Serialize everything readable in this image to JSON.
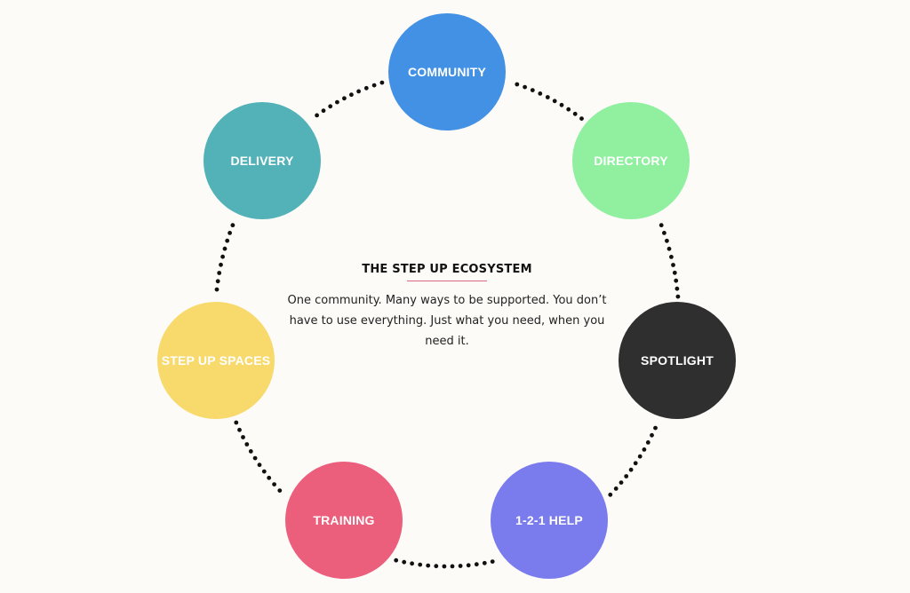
{
  "diagram": {
    "title": "THE STEP UP ECOSYSTEM",
    "description": "One community. Many ways to be supported. You don’t have to use everything. Just what you need, when you need it.",
    "nodes": [
      {
        "label": "COMMUNITY",
        "color": "#4391e4"
      },
      {
        "label": "DIRECTORY",
        "color": "#90f0a0"
      },
      {
        "label": "SPOTLIGHT",
        "color": "#2f2f2f"
      },
      {
        "label": "1-2-1 HELP",
        "color": "#7a7cee"
      },
      {
        "label": "TRAINING",
        "color": "#ec5f7c"
      },
      {
        "label": "STEP UP SPACES",
        "color": "#f8d96c"
      },
      {
        "label": "DELIVERY",
        "color": "#53b2b7"
      }
    ],
    "connector_color": "#111111"
  }
}
